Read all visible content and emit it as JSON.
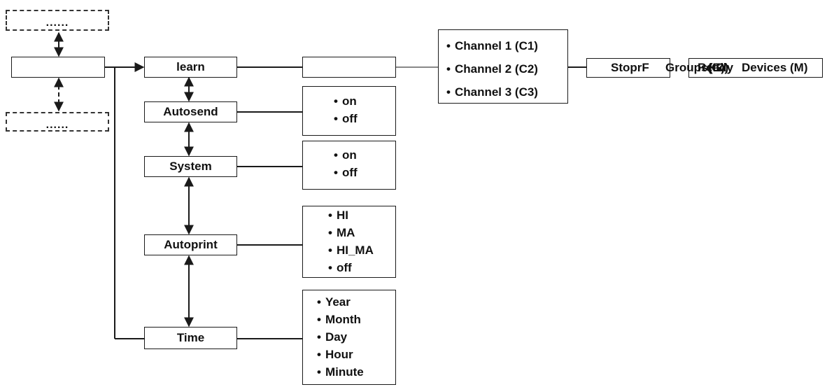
{
  "diagram": {
    "top_placeholder": "......",
    "bottom_placeholder": "......",
    "main_box": "",
    "menu": [
      {
        "label": "learn"
      },
      {
        "label": "Autosend",
        "options": [
          "on",
          "off"
        ]
      },
      {
        "label": "System",
        "options": [
          "on",
          "off"
        ]
      },
      {
        "label": "Autoprint",
        "options": [
          "HI",
          "MA",
          "HI_MA",
          "off"
        ]
      },
      {
        "label": "Time",
        "options": [
          "Year",
          "Month",
          "Day",
          "Hour",
          "Minute"
        ]
      }
    ],
    "learn_sub_box": "",
    "channels": [
      "Channel 1 (C1)",
      "Channel 2 (C2)",
      "Channel 3 (C3)"
    ],
    "stop_box": "StoprF",
    "groups_text": "Groups(G)",
    "ready_text": "Ready",
    "id_text": "(ID)",
    "devices_text": "Devices (M)"
  },
  "colors": {
    "line": "#1a1a1a",
    "dashed": "#333333",
    "background": "#ffffff"
  }
}
